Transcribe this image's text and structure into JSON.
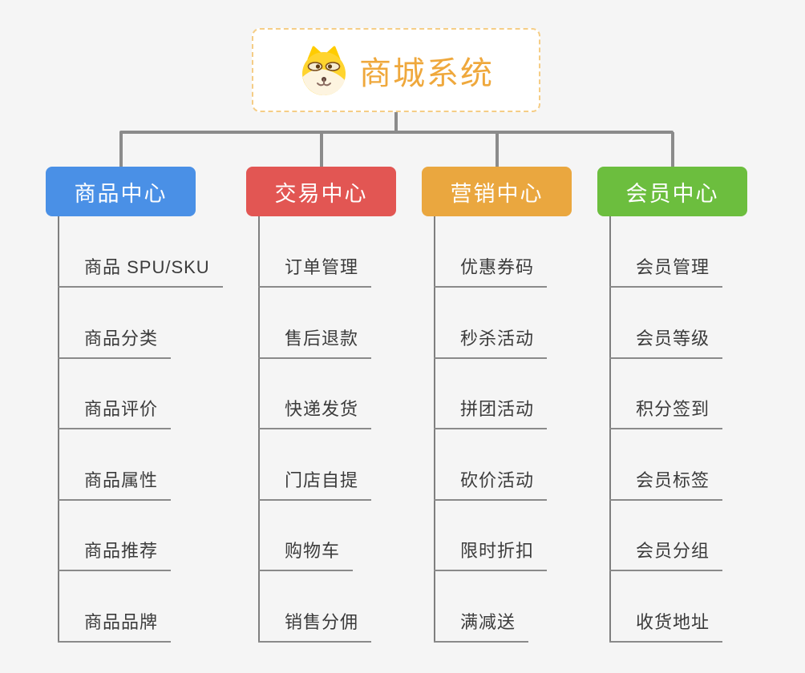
{
  "root": {
    "label": "商城系统",
    "icon": "doge-icon",
    "text_color": "#efa83c",
    "border_color": "#f5cd86"
  },
  "connector_color": "#8b8b8b",
  "leaf_style": {
    "text_color": "#3b3b3b",
    "line_color": "#8a8a8a"
  },
  "branches": [
    {
      "label": "商品中心",
      "color": "#4a90e6",
      "children": [
        "商品 SPU/SKU",
        "商品分类",
        "商品评价",
        "商品属性",
        "商品推荐",
        "商品品牌"
      ]
    },
    {
      "label": "交易中心",
      "color": "#e25653",
      "children": [
        "订单管理",
        "售后退款",
        "快递发货",
        "门店自提",
        "购物车",
        "销售分佣"
      ]
    },
    {
      "label": "营销中心",
      "color": "#eaa73f",
      "children": [
        "优惠券码",
        "秒杀活动",
        "拼团活动",
        "砍价活动",
        "限时折扣",
        "满减送"
      ]
    },
    {
      "label": "会员中心",
      "color": "#6cbe3e",
      "children": [
        "会员管理",
        "会员等级",
        "积分签到",
        "会员标签",
        "会员分组",
        "收货地址"
      ]
    }
  ]
}
